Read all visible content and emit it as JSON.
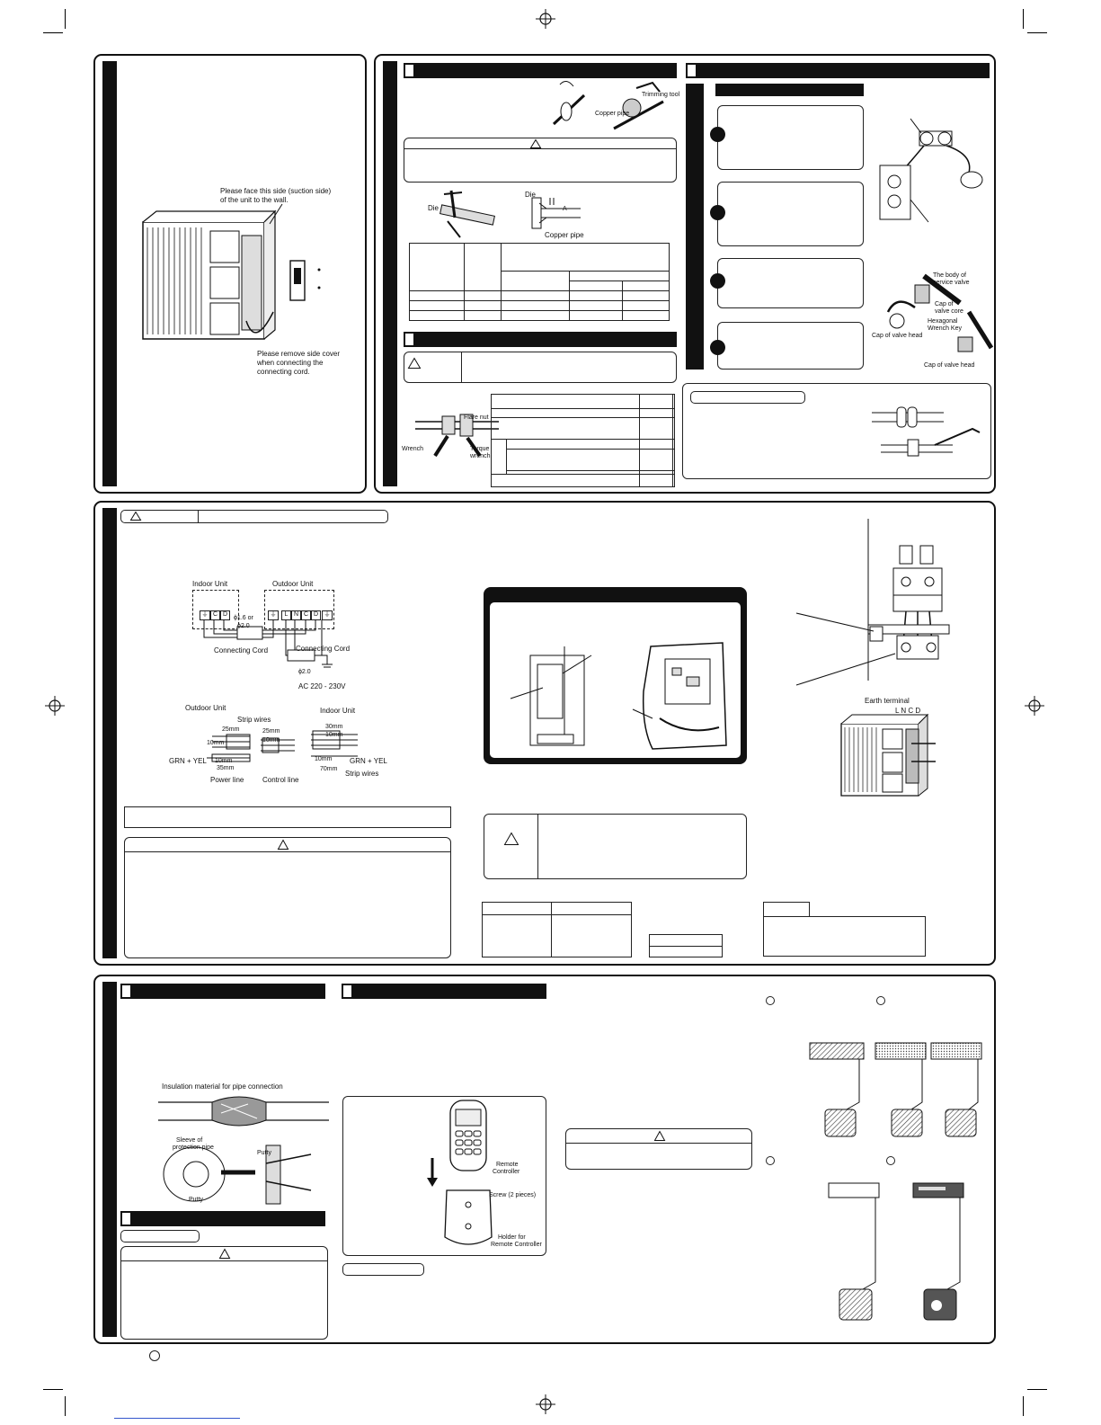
{
  "panel1": {
    "label_face": [
      "Please face this side (suction side)",
      "of the unit to the wall."
    ],
    "label_cover": [
      "Please remove side cover",
      "when connecting the",
      "connecting cord."
    ]
  },
  "flaring": {
    "copper_pipe": "Copper pipe",
    "trimming_tool": "Trimming tool",
    "die1": "Die",
    "die2": "Die",
    "a_label": "A",
    "copper_pipe2": "Copper pipe"
  },
  "connecting": {
    "flare_nut": "Flare nut",
    "wrench": "Wrench",
    "torque_wrench": [
      "Torque",
      "wrench"
    ]
  },
  "purging": {
    "body_valve": [
      "The body of",
      "service valve"
    ],
    "cap_core": [
      "Cap of",
      "valve core"
    ],
    "hex_key": [
      "Hexagonal",
      "Wrench Key"
    ],
    "cap_head1": "Cap of valve head",
    "cap_head2": "Cap of valve head"
  },
  "wiring": {
    "indoor_unit": "Indoor Unit",
    "outdoor_unit": "Outdoor Unit",
    "indoor_terms": [
      "⏚",
      "C",
      "D"
    ],
    "outdoor_terms": [
      "L",
      "N",
      "C",
      "D"
    ],
    "ground_sym": "⏚",
    "wire_size1": [
      "ϕ1.6 or",
      "ϕ2.0"
    ],
    "wire_size2": "ϕ2.0",
    "connecting_cord1": "Connecting Cord",
    "connecting_cord2": "Connecting Cord",
    "power": "AC 220 - 230V",
    "outdoor_unit2": "Outdoor Unit",
    "indoor_unit2": "Indoor Unit",
    "strip_wires1": "Strip wires",
    "strip_wires2": "Strip wires",
    "dim_25mm": "25mm",
    "dim_10mm": "10mm",
    "dim_10mm_b": "10mm",
    "dim_35mm": "35mm",
    "dim_25mm_b": "25mm",
    "dim_10mm_c": "10mm",
    "dim_30mm": "30mm",
    "dim_10mm_d": "10mm",
    "dim_10mm_e": "10mm",
    "dim_70mm": "70mm",
    "grn_yel1": "GRN + YEL",
    "grn_yel2": "GRN + YEL",
    "power_line": "Power line",
    "control_line": "Control line",
    "earth_terminal": "Earth terminal",
    "earth_letters": "L N C D"
  },
  "insulation": {
    "insul_label": "Insulation material for pipe connection",
    "sleeve": [
      "Sleeve of",
      "protection pipe"
    ],
    "putty1": "Putty",
    "putty2": "Putty"
  },
  "remote": {
    "remote_controller": [
      "Remote",
      "Controller"
    ],
    "screw": "Screw (2 pieces)",
    "holder": [
      "Holder for",
      "Remote Controller"
    ]
  },
  "colors": {
    "ink": "#111111",
    "paper": "#ffffff"
  },
  "icons": [
    "warning-triangle-icon",
    "registration-mark-icon",
    "crop-mark-icon"
  ]
}
